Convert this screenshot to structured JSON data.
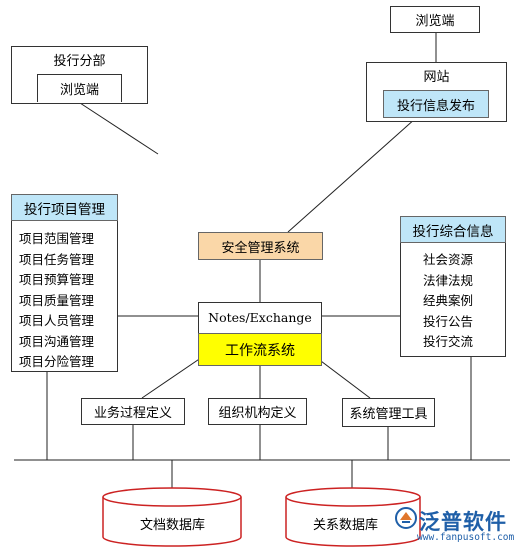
{
  "browser_top_right": "浏览端",
  "branch": {
    "title": "投行分部",
    "inner": "浏览端"
  },
  "website": {
    "title": "网站",
    "inner": "投行信息发布"
  },
  "project_mgmt": {
    "title": "投行项目管理",
    "items": [
      "项目范围管理",
      "项目任务管理",
      "项目预算管理",
      "项目质量管理",
      "项目人员管理",
      "项目沟通管理",
      "项目分险管理"
    ]
  },
  "security": "安全管理系统",
  "notes": "Notes/Exchange",
  "workflow": "工作流系统",
  "integrated_info": {
    "title": "投行综合信息",
    "items": [
      "社会资源",
      "法律法规",
      "经典案例",
      "投行公告",
      "投行交流"
    ]
  },
  "modules": {
    "business": "业务过程定义",
    "org": "组织机构定义",
    "sys": "系统管理工具"
  },
  "databases": {
    "doc": "文档数据库",
    "rel": "关系数据库"
  },
  "watermark": {
    "brand": "泛普软件",
    "url": "www.fanpusoft.com"
  },
  "colors": {
    "blue_fill": "#bfe6f8",
    "orange_fill": "#fad7a8",
    "yellow_fill": "#ffff00",
    "db_stroke": "#cc2222"
  }
}
